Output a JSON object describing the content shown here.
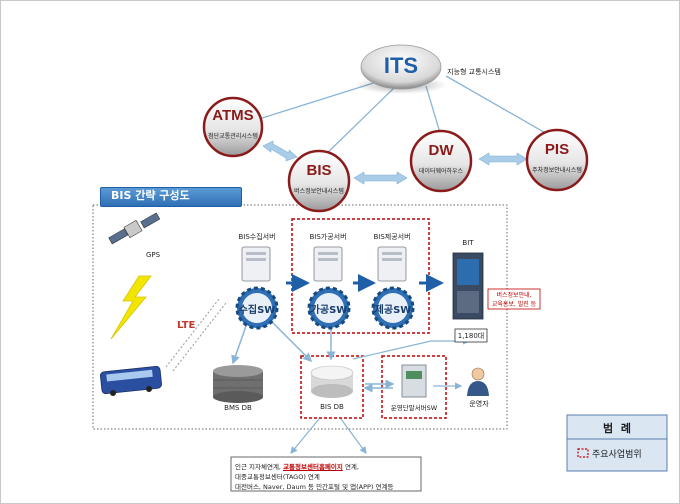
{
  "its": {
    "title": "ITS",
    "subtitle": "지능형 교통시스템"
  },
  "atms": {
    "title": "ATMS",
    "subtitle": "첨단교통관리시스템"
  },
  "bis": {
    "title": "BIS",
    "subtitle": "버스정보안내시스템"
  },
  "dw": {
    "title": "DW",
    "subtitle": "데이터웨어하우스"
  },
  "pis": {
    "title": "PIS",
    "subtitle": "주차정보안내시스템"
  },
  "section_title": "BIS 간략 구성도",
  "gps_label": "GPS",
  "lte_label": "LTE",
  "server_collect": "BIS수집서버",
  "server_process": "BIS가공서버",
  "server_provide": "BIS제공서버",
  "sw_collect": "수집SW",
  "sw_process": "가공SW",
  "sw_provide": "제공SW",
  "bit": {
    "label": "BIT",
    "screen_line1": "버스정보안내,",
    "screen_line2": "교육홍보, 빌린 등",
    "count": "1,180대"
  },
  "bms_db": "BMS DB",
  "bis_db": "BIS DB",
  "ops_sw": "운영단말서버SW",
  "operator": "운영자",
  "linkage": {
    "line1_pre": "인근 지자체연계, ",
    "line1_red": "교통정보센터홈페이지",
    "line1_post": " 연계,",
    "line2": "대중교통정보센터(TAGO) 연계",
    "line3": "대전버스, Naver, Daum 등 민간포털 및 앱(APP) 연계등"
  },
  "legend": {
    "title": "범  례",
    "item": "주요사업범위"
  },
  "colors": {
    "its_blue": "#1f5fa8",
    "maroon": "#8b1a1a",
    "arrow_blue": "#1f5fa8",
    "dash_red": "#c00000"
  }
}
